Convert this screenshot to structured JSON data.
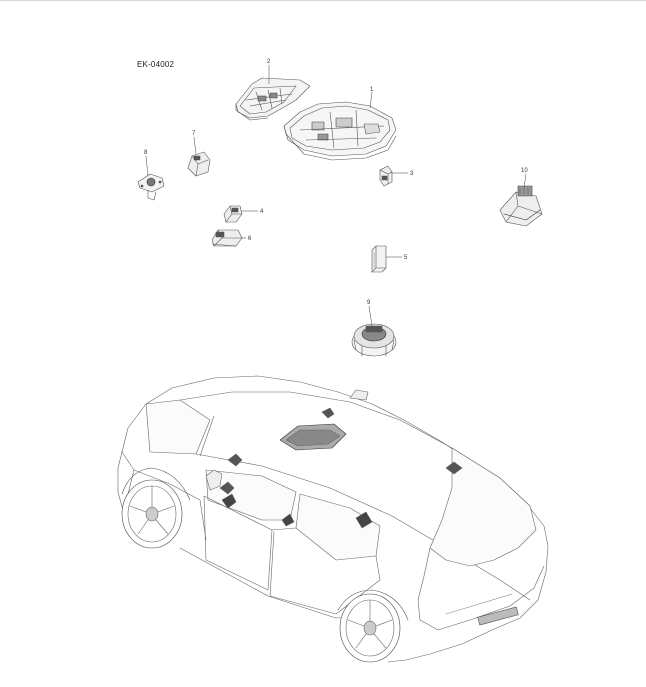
{
  "diagram": {
    "code": "EK-04002",
    "callouts": [
      "1",
      "2",
      "3",
      "4",
      "5",
      "6",
      "7",
      "8",
      "9",
      "10"
    ]
  }
}
